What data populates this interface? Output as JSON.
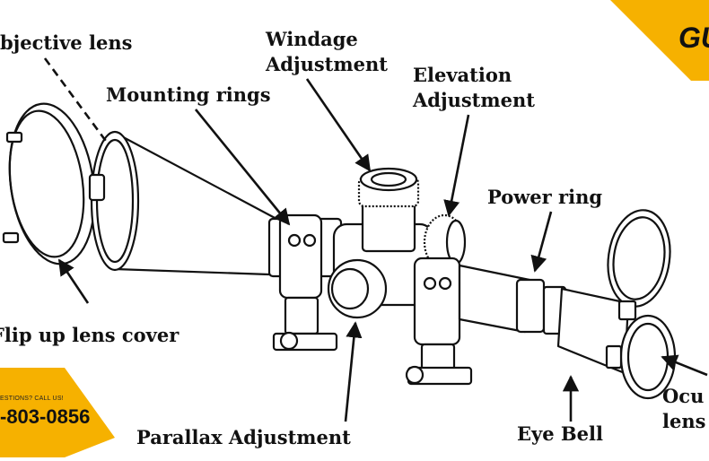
{
  "labels": {
    "objective_lens": "bjective lens",
    "windage": [
      "Windage",
      "Adjustment"
    ],
    "elevation": [
      "Elevation",
      "Adjustment"
    ],
    "mounting_rings": "Mounting rings",
    "power_ring": "Power ring",
    "flip_up_cover": "Flip up lens cover",
    "parallax": "Parallax Adjustment",
    "eye_bell": "Eye Bell",
    "ocular": [
      "Ocu",
      "lens"
    ]
  },
  "brand": {
    "text": "GU"
  },
  "call_banner": {
    "small_text": "ESTIONS? CALL US!",
    "phone": "-803-0856"
  },
  "colors": {
    "accent": "#f6b100",
    "ink": "#111111"
  }
}
